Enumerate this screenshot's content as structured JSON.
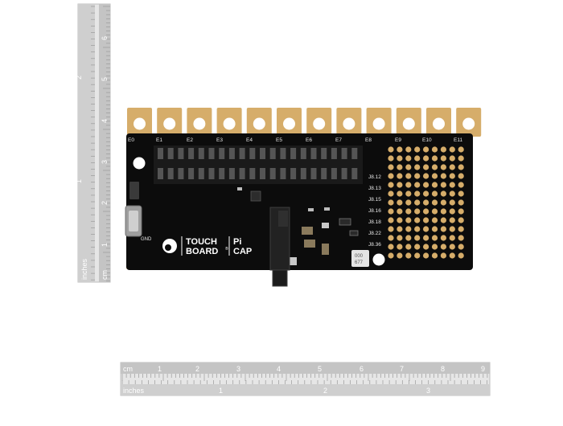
{
  "board": {
    "electrode_labels": [
      "E0",
      "E1",
      "E2",
      "E3",
      "E4",
      "E5",
      "E6",
      "E7",
      "E8",
      "E9",
      "E10",
      "E11"
    ],
    "gnd_label": "GND",
    "logo_line1": "TOUCH",
    "logo_line2": "BOARD",
    "logo_mark": "®",
    "logo_pi": "Pi",
    "logo_cap": "CAP",
    "header_labels": [
      "J8.12",
      "J8.13",
      "J8.15",
      "J8.16",
      "J8.18",
      "J8.22",
      "J8.36"
    ],
    "sticker_line1": "000",
    "sticker_line2": "677"
  },
  "ruler_vertical": {
    "inch_numbers": [
      "1",
      "2"
    ],
    "cm_numbers": [
      "1",
      "2",
      "3",
      "4",
      "5",
      "6"
    ],
    "inches_label": "inches",
    "cm_label": "cm"
  },
  "ruler_horizontal": {
    "cm_numbers": [
      "1",
      "2",
      "3",
      "4",
      "5",
      "6",
      "7",
      "8",
      "9"
    ],
    "inch_numbers": [
      "1",
      "2",
      "3"
    ],
    "cm_label": "cm",
    "inches_label": "inches"
  },
  "colors": {
    "board": "#0c0c0c",
    "gold": "#d6ad6a",
    "ruler_grey": "#c9c9c9",
    "ruler_dark": "#8f8f8f"
  }
}
